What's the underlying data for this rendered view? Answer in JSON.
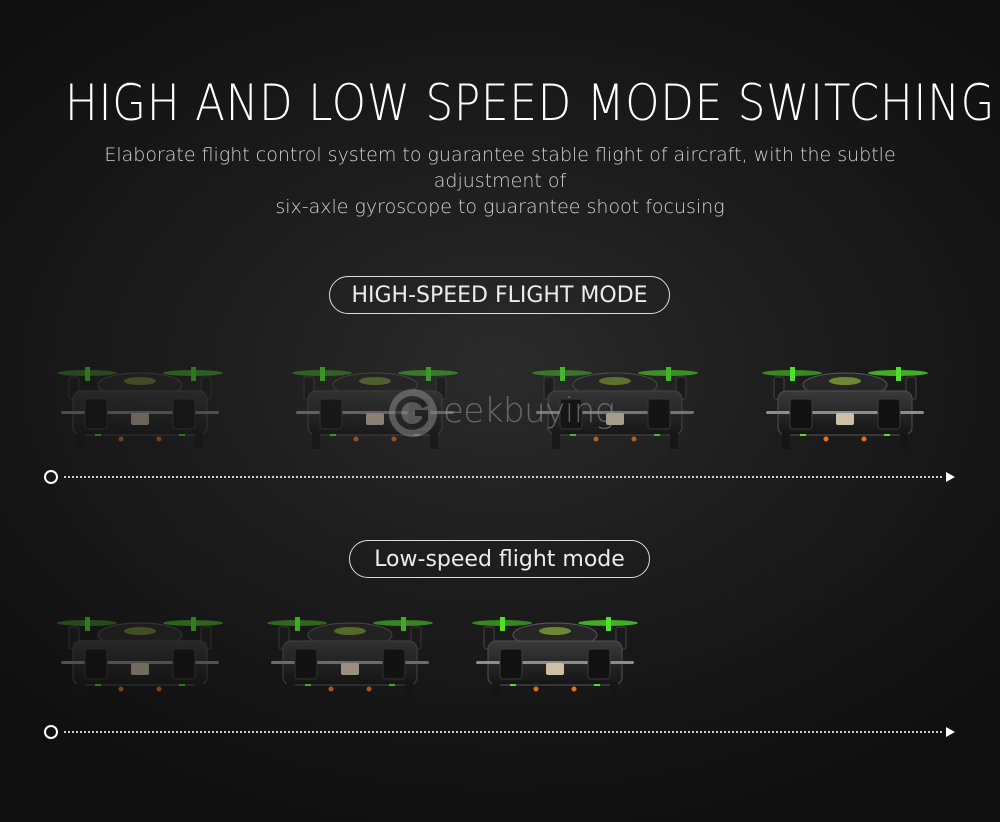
{
  "header": {
    "title": "HIGH AND LOW SPEED MODE SWITCHING",
    "subtitle_line1": "Elaborate flight control system to guarantee stable flight of aircraft, with the subtle adjustment of",
    "subtitle_line2": "six-axle gyroscope to guarantee shoot focusing"
  },
  "modes": {
    "high": {
      "label": "HIGH-SPEED FLIGHT MODE",
      "drone_count": 4
    },
    "low": {
      "label": "Low-speed flight mode",
      "drone_count": 3
    }
  },
  "watermark": {
    "text": "eekbuying"
  },
  "colors": {
    "background": "#1c1c1c",
    "propeller": "#4fe02a",
    "drone_body": "#141414",
    "text": "#ffffff"
  },
  "icons": {
    "start_marker": "circle-icon",
    "end_marker": "arrow-right-icon"
  }
}
